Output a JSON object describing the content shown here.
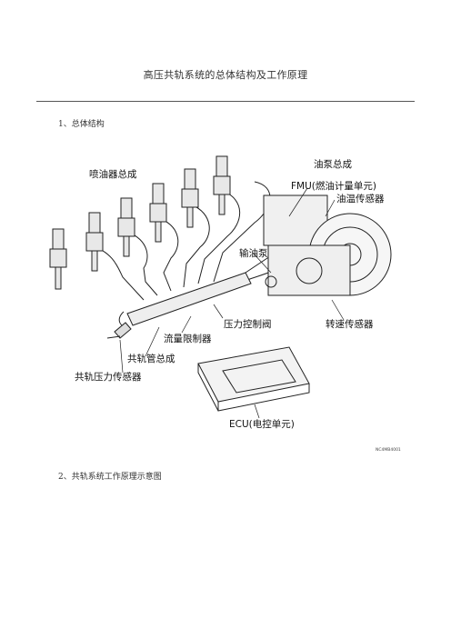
{
  "document": {
    "title": "高压共轨系统的总体结构及工作原理",
    "section1": "1、总体结构",
    "section2": "2、共轨系统工作原理示意图"
  },
  "figure": {
    "labels": {
      "injector_assembly": "喷油器总成",
      "pump_assembly": "油泵总成",
      "fmu": "FMU(燃油计量单元)",
      "oil_temp_sensor": "油温传感器",
      "feed_pump": "输油泵",
      "pressure_control_valve": "压力控制阀",
      "speed_sensor": "转速传感器",
      "flow_limiter": "流量限制器",
      "rail_assembly": "共轨管总成",
      "rail_pressure_sensor": "共轨压力传感器",
      "ecu": "ECU(电控单元)",
      "code": "NC4MB4001"
    }
  }
}
